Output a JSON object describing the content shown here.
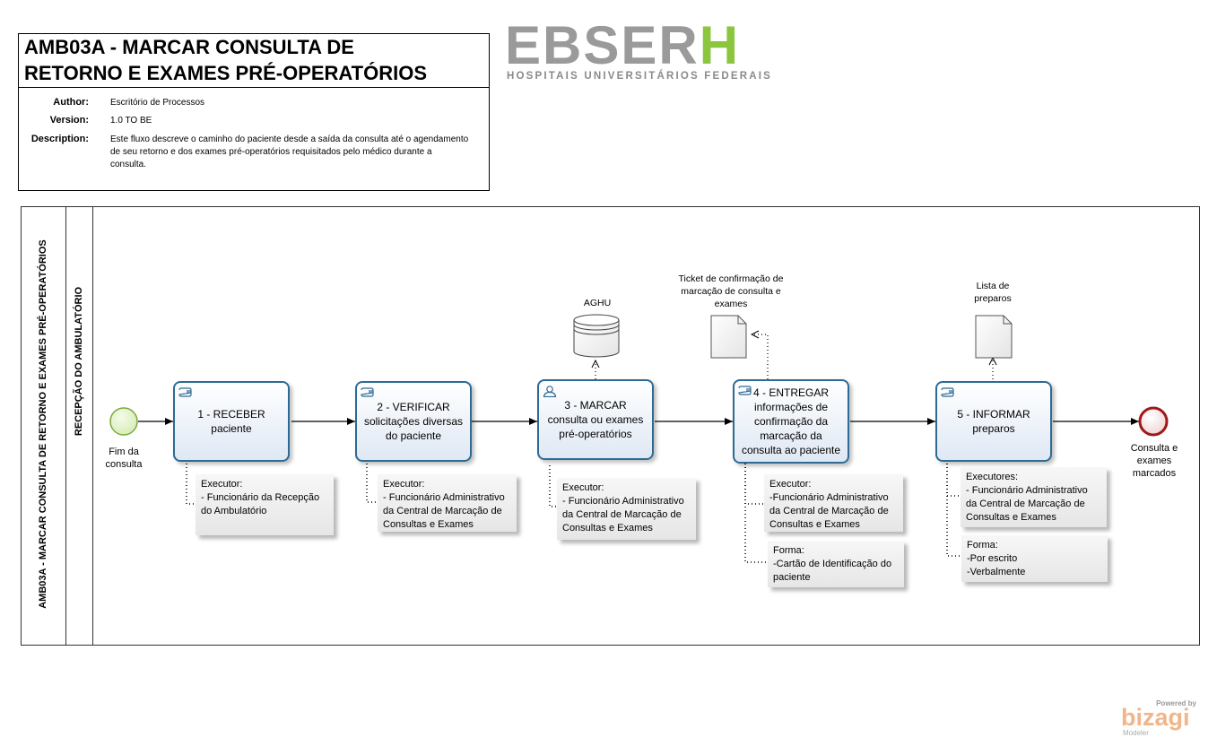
{
  "header": {
    "title_line1": "AMB03A - MARCAR CONSULTA DE",
    "title_line2": "RETORNO E EXAMES PRÉ-OPERATÓRIOS",
    "author_label": "Author:",
    "author_value": "Escritório de Processos",
    "version_label": "Version:",
    "version_value": "1.0 TO BE",
    "description_label": "Description:",
    "description_value": "Este fluxo descreve o caminho do paciente desde a saída da consulta até o agendamento de seu retorno e dos exames pré-operatórios requisitados pelo médico durante a consulta."
  },
  "logo": {
    "word_main": "EBSER",
    "word_accent": "H",
    "subtitle": "HOSPITAIS UNIVERSITÁRIOS FEDERAIS",
    "main_color": "#9a9a9a",
    "accent_color": "#8cc63e"
  },
  "pool": {
    "name": "AMB03A - MARCAR CONSULTA DE RETORNO E EXAMES PRÉ-OPERATÓRIOS",
    "lane": "RECEPÇÃO DO AMBULATÓRIO"
  },
  "start_event": {
    "label": "Fim da\nconsulta",
    "color": "#8cc63e"
  },
  "end_event": {
    "label": "Consulta e\nexames\nmarcados",
    "color": "#b22222"
  },
  "tasks": [
    {
      "label": "1 - RECEBER\npaciente",
      "icon": "manual-task-icon",
      "executor": "Executor:\n- Funcionário da Recepção\ndo Ambulatório"
    },
    {
      "label": "2 -  VERIFICAR\nsolicitações diversas\ndo paciente",
      "icon": "manual-task-icon",
      "executor": "Executor:\n- Funcionário Administrativo\nda Central de Marcação de\nConsultas e Exames"
    },
    {
      "label": "3 - MARCAR\nconsulta ou exames\npré-operatórios",
      "icon": "user-task-icon",
      "executor": "Executor:\n- Funcionário Administrativo\nda Central de Marcação de\nConsultas e Exames"
    },
    {
      "label": "4 - ENTREGAR\ninformações de\nconfirmação da\nmarcação da\nconsulta ao paciente",
      "icon": "manual-task-icon",
      "executor": "Executor:\n-Funcionário Administrativo\nda Central de Marcação de\nConsultas e Exames",
      "form": "Forma:\n-Cartão de Identificação do\npaciente"
    },
    {
      "label": "5 - INFORMAR\npreparos",
      "icon": "manual-task-icon",
      "executor": "Executores:\n- Funcionário Administrativo\nda Central de Marcação de\nConsultas e Exames",
      "form": "Forma:\n-Por escrito\n-Verbalmente"
    }
  ],
  "data_objects": {
    "database": "AGHU",
    "ticket": "Ticket de confirmação de\nmarcação de consulta e\nexames",
    "list": "Lista de\npreparos"
  },
  "bizagi": {
    "powered": "Powered by",
    "brand": "bizagi",
    "product": "Modeler"
  }
}
